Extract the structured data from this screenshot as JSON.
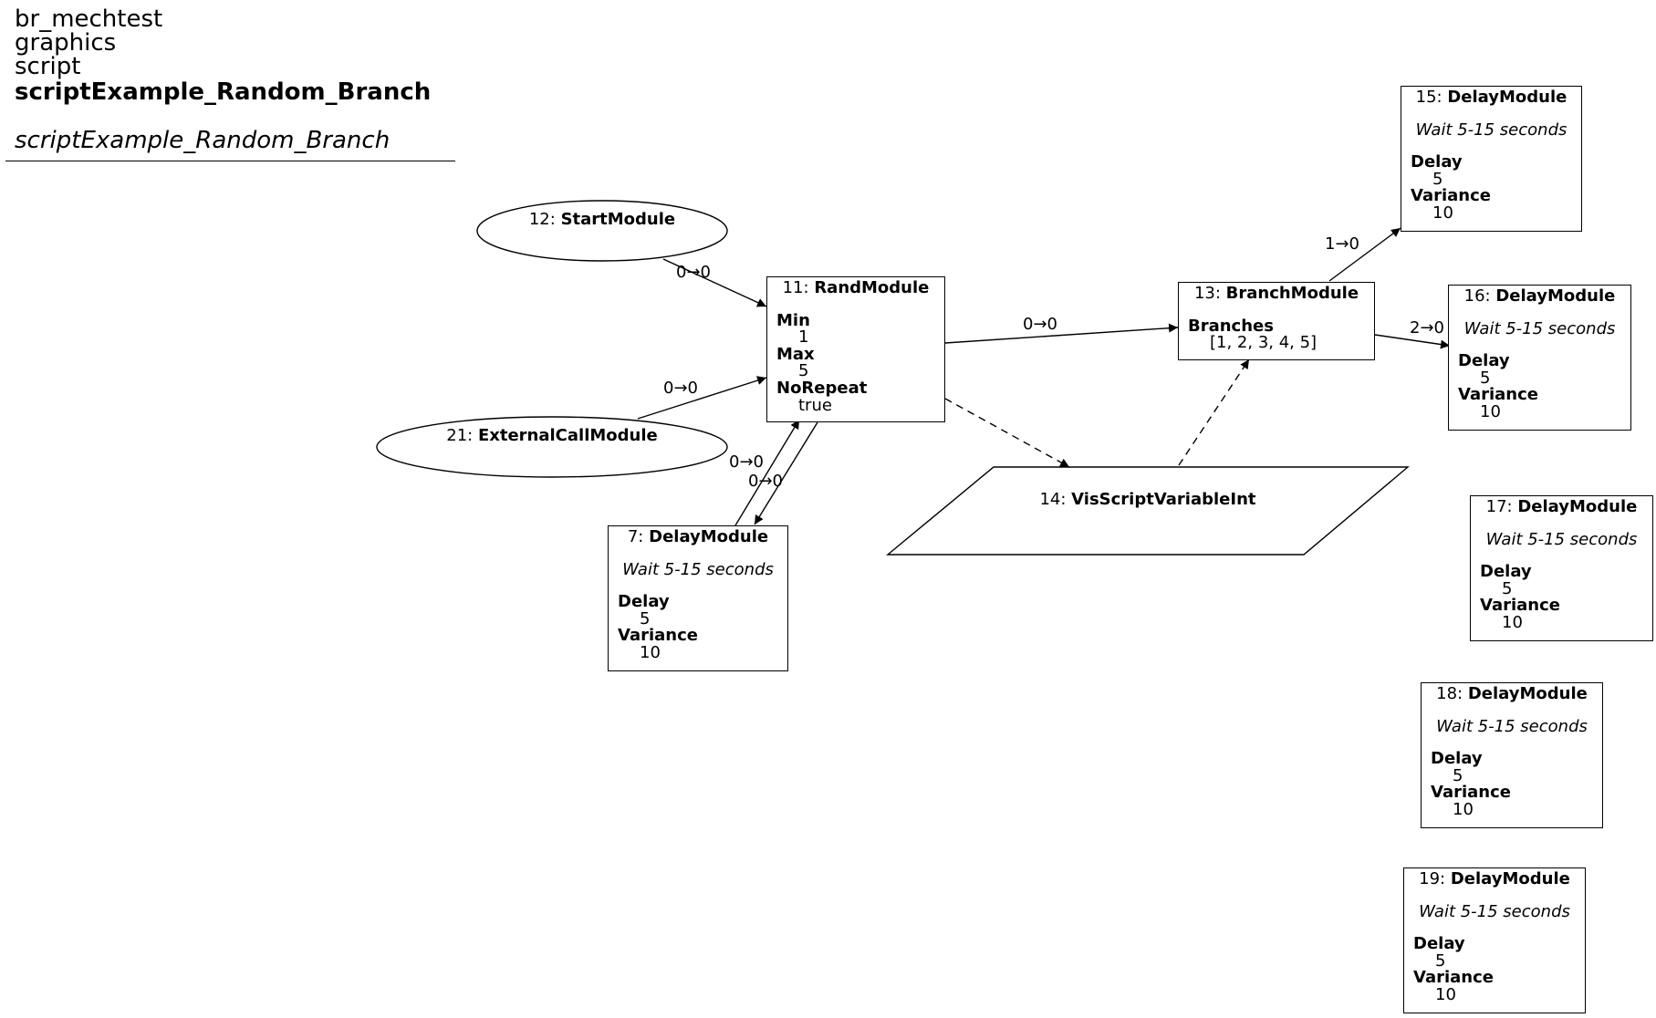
{
  "header": {
    "line1": "br_mechtest",
    "line2": "graphics",
    "line3": "script",
    "title": "scriptExample_Random_Branch",
    "subtitle": "scriptExample_Random_Branch"
  },
  "nodes": {
    "n12": {
      "id": "12:",
      "name": "StartModule"
    },
    "n21": {
      "id": "21:",
      "name": "ExternalCallModule"
    },
    "n11": {
      "id": "11:",
      "name": "RandModule",
      "props": [
        {
          "k": "Min",
          "v": "1"
        },
        {
          "k": "Max",
          "v": "5"
        },
        {
          "k": "NoRepeat",
          "v": "true"
        }
      ]
    },
    "n7": {
      "id": "7:",
      "name": "DelayModule",
      "desc": "Wait 5-15 seconds",
      "props": [
        {
          "k": "Delay",
          "v": "5"
        },
        {
          "k": "Variance",
          "v": "10"
        }
      ]
    },
    "n13": {
      "id": "13:",
      "name": "BranchModule",
      "props": [
        {
          "k": "Branches",
          "v": "[1, 2, 3, 4, 5]"
        }
      ]
    },
    "n14": {
      "id": "14:",
      "name": "VisScriptVariableInt"
    },
    "n15": {
      "id": "15:",
      "name": "DelayModule",
      "desc": "Wait 5-15 seconds",
      "props": [
        {
          "k": "Delay",
          "v": "5"
        },
        {
          "k": "Variance",
          "v": "10"
        }
      ]
    },
    "n16": {
      "id": "16:",
      "name": "DelayModule",
      "desc": "Wait 5-15 seconds",
      "props": [
        {
          "k": "Delay",
          "v": "5"
        },
        {
          "k": "Variance",
          "v": "10"
        }
      ]
    },
    "n17": {
      "id": "17:",
      "name": "DelayModule",
      "desc": "Wait 5-15 seconds",
      "props": [
        {
          "k": "Delay",
          "v": "5"
        },
        {
          "k": "Variance",
          "v": "10"
        }
      ]
    },
    "n18": {
      "id": "18:",
      "name": "DelayModule",
      "desc": "Wait 5-15 seconds",
      "props": [
        {
          "k": "Delay",
          "v": "5"
        },
        {
          "k": "Variance",
          "v": "10"
        }
      ]
    },
    "n19": {
      "id": "19:",
      "name": "DelayModule",
      "desc": "Wait 5-15 seconds",
      "props": [
        {
          "k": "Delay",
          "v": "5"
        },
        {
          "k": "Variance",
          "v": "10"
        }
      ]
    }
  },
  "edge_labels": {
    "e12_11": "0→0",
    "e21_11": "0→0",
    "e7_11": "0→0",
    "e11_7": "0→0",
    "e11_13": "0→0",
    "e13_15": "1→0",
    "e13_16": "2→0"
  }
}
